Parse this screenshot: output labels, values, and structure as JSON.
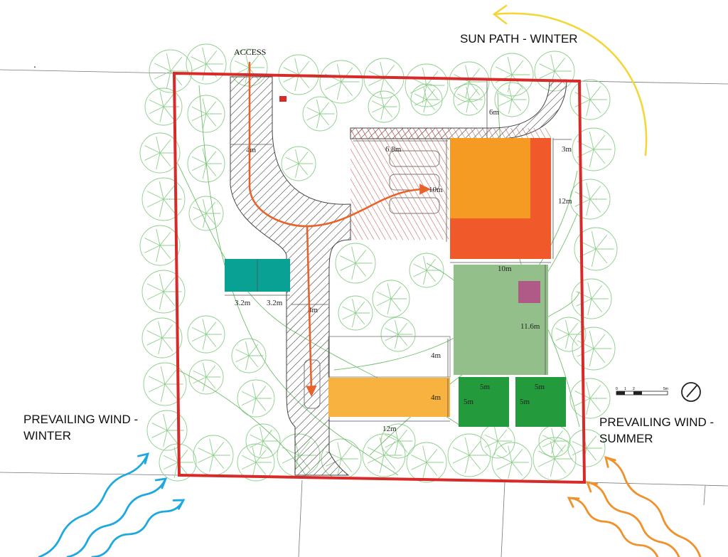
{
  "labels": {
    "access": "ACCESS",
    "sun_path": "SUN PATH - WINTER",
    "wind_winter_line1": "PREVAILING WIND -",
    "wind_winter_line2": "WINTER",
    "wind_summer_line1": "PREVAILING WIND -",
    "wind_summer_line2": "SUMMER",
    "stray_dot": "."
  },
  "dimensions": {
    "road_width": "4m",
    "road_width_2": "4m",
    "top_setback": "6m",
    "hatch_width": "6.8m",
    "house_depth_inner": "10m",
    "house_side": "3m",
    "house_height": "12m",
    "house_width": "10m",
    "garden_height": "11.6m",
    "parking_1": "3.2m",
    "parking_2": "3.2m",
    "shed_gap": "4m",
    "shed_height": "4m",
    "shed_width": "12m",
    "bed_1_w": "5m",
    "bed_1_h": "5m",
    "bed_2_w": "5m",
    "bed_2_h": "5m"
  },
  "scale_bar": {
    "ticks": [
      "0",
      "1",
      "2",
      "5m"
    ]
  },
  "colors": {
    "boundary": "#d92a2a",
    "access_arrow": "#e8632b",
    "house_main": "#f59a23",
    "house_wing": "#f05a2a",
    "garden": "#93bf8a",
    "garden_feature": "#b05a87",
    "parking": "#0aa195",
    "shed": "#f7b23f",
    "beds": "#239a3c",
    "trees": "#8ccf8a",
    "sun_arrow": "#f3d63a",
    "wind_winter": "#1ea8e0",
    "wind_summer": "#f0922b",
    "hatch": "#333333"
  },
  "icons": {
    "north": "north-arrow-icon",
    "scale": "scale-bar-icon"
  }
}
